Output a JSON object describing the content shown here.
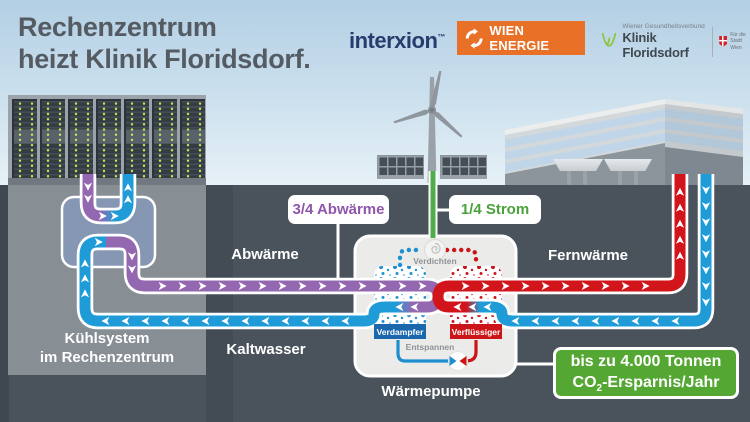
{
  "header": {
    "title": "Rechenzentrum\nheizt Klinik Floridsdorf.",
    "interxion": {
      "wordmark": "interxion",
      "trademark": "™"
    },
    "wien_energie": {
      "label": "WIEN ENERGIE"
    },
    "klinik": {
      "org": "Wiener Gesundheitsverbund",
      "name": "Klinik Floridsdorf",
      "crest_line1": "Für die",
      "crest_line2": "Stadt Wien"
    }
  },
  "labels": {
    "abwaerme": "Abwärme",
    "kaltwasser": "Kaltwasser",
    "fernwaerme": "Fernwärme",
    "kuehlsystem": "Kühlsystem\nim Rechenzentrum",
    "waermepumpe": "Wärmepumpe"
  },
  "callouts": {
    "abwaerme": "3/4 Abwärme",
    "strom": "1/4 Strom",
    "co2_line1": "bis zu 4.000 Tonnen",
    "co2_prefix": "CO",
    "co2_sub": "2",
    "co2_suffix": "-Ersparnis/Jahr"
  },
  "heat_pump": {
    "verdichten": "Verdichten",
    "entspannen": "Entspannen",
    "verdampfer": "Verdampfer",
    "verfluessiger": "Verflüssiger"
  },
  "colors": {
    "warm_pipe_purple": "#9468b0",
    "cold_pipe_blue": "#1f9cd8",
    "hot_pipe_red": "#d2151b",
    "electricity_green": "#4fae49",
    "co2_box_green": "#55a733",
    "wien_energie_orange": "#e87127",
    "callout_purple": "#8f57ab",
    "callout_green": "#4ba23c",
    "underground_gray": "#4a535c",
    "sky_blue": "#b3cfe4"
  }
}
